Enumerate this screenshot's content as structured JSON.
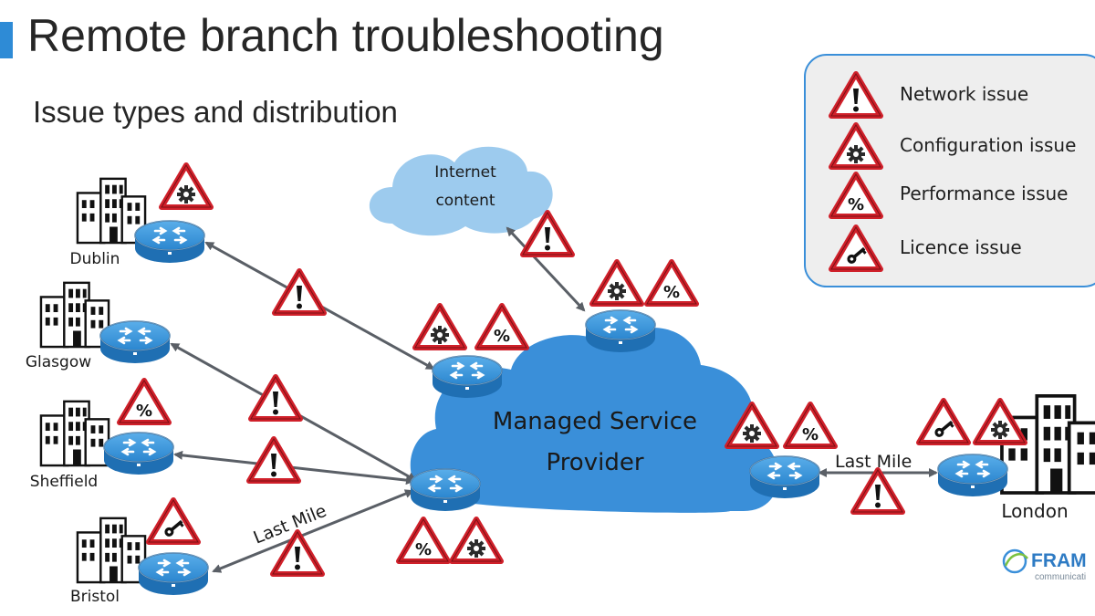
{
  "title": "Remote branch troubleshooting",
  "subtitle": "Issue types and distribution",
  "legend": {
    "items": [
      {
        "icon": "alert",
        "label": "Network issue"
      },
      {
        "icon": "gear",
        "label": "Configuration issue"
      },
      {
        "icon": "percent",
        "label": "Performance issue"
      },
      {
        "icon": "key",
        "label": "Licence issue"
      }
    ]
  },
  "clouds": {
    "internet": {
      "line1": "Internet",
      "line2": "content"
    },
    "provider": {
      "line1": "Managed Service",
      "line2": "Provider"
    }
  },
  "sites": [
    "Dublin",
    "Glasgow",
    "Sheffield",
    "Bristol",
    "London"
  ],
  "link_labels": {
    "bristol": "Last Mile",
    "london": "Last Mile"
  },
  "logo": {
    "brand": "FRAM",
    "tagline": "communicati"
  },
  "colors": {
    "accent": "#2e8bd6",
    "cloud_light": "#9dcbee",
    "cloud_dark": "#3a8fd9",
    "warning": "#d0202a"
  }
}
